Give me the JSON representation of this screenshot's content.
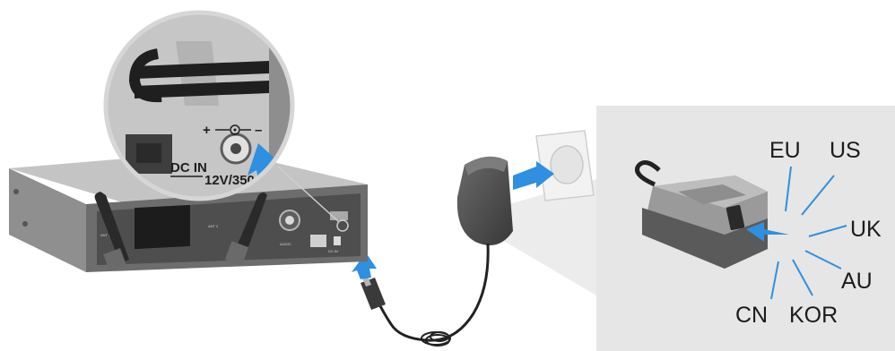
{
  "magnifier": {
    "dc_in_label": "DC IN",
    "voltage_label": "12V/350",
    "polarity_plus": "+",
    "polarity_minus": "–"
  },
  "plug_adapters": {
    "regions": [
      "EU",
      "US",
      "UK",
      "AU",
      "KOR",
      "CN"
    ]
  },
  "colors": {
    "arrow": "#2f8fe0",
    "device_body": "#4a4a4a",
    "panel_background": "#e6e6e6",
    "cable": "#222222"
  },
  "icons": [
    "arrow-icon",
    "power-socket-icon",
    "antenna-icon"
  ]
}
